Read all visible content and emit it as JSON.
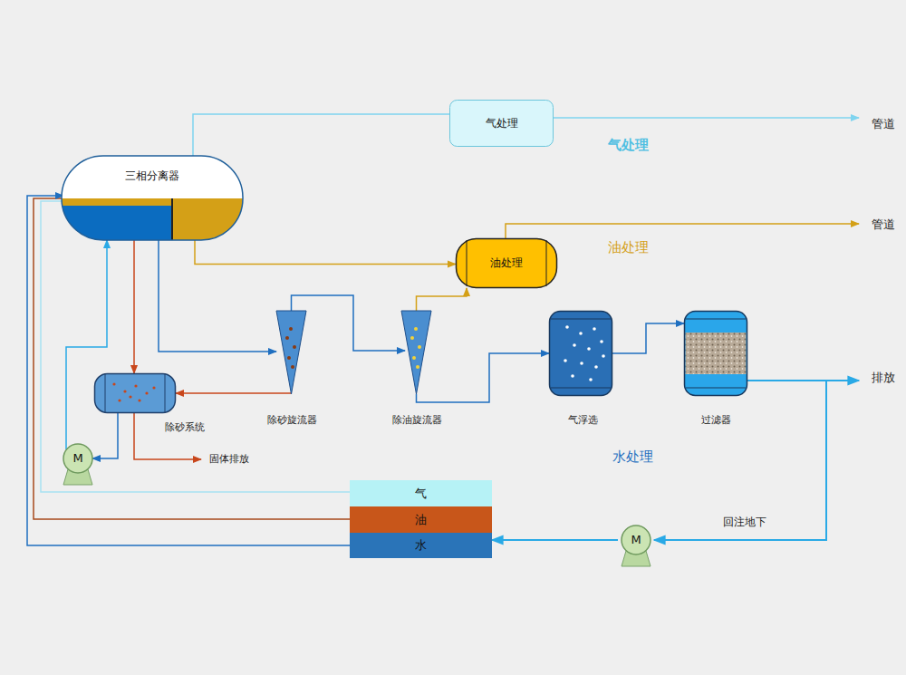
{
  "diagram": {
    "nodes": [
      {
        "text": [
          "三相分离器"
        ]
      },
      {
        "text": [
          "气处理"
        ]
      },
      {
        "text": [
          "油处理"
        ]
      },
      {
        "text": [
          "除砂系统"
        ]
      },
      {
        "text": [
          "除砂旋流器"
        ]
      },
      {
        "text": [
          "除油旋流器"
        ]
      },
      {
        "text": [
          "气浮选"
        ]
      },
      {
        "text": [
          "过滤器"
        ]
      },
      {
        "text": [
          "M"
        ]
      },
      {
        "text": [
          "气"
        ]
      },
      {
        "text": [
          "油"
        ]
      },
      {
        "text": [
          "水"
        ]
      },
      {
        "text": [
          "M"
        ]
      }
    ],
    "edges": [
      {
        "from": 0,
        "to": 1,
        "arrow": "none"
      },
      {
        "from": 0,
        "to": 2,
        "arrow": "to"
      },
      {
        "from": 0,
        "to": 3,
        "arrow": "to"
      },
      {
        "from": 0,
        "to": 4,
        "arrow": "to"
      },
      {
        "from": 4,
        "to": 3,
        "arrow": "to"
      },
      {
        "from": 4,
        "to": 5,
        "arrow": "to"
      },
      {
        "from": 5,
        "to": 2,
        "arrow": "to"
      },
      {
        "from": 5,
        "to": 6,
        "arrow": "to"
      },
      {
        "from": 6,
        "to": 7,
        "arrow": "to"
      },
      {
        "from": 3,
        "to": 8,
        "arrow": "to"
      },
      {
        "from": 8,
        "to": 0,
        "arrow": "to"
      },
      {
        "from": 9,
        "to": 0,
        "arrow": "none"
      },
      {
        "from": 10,
        "to": 0,
        "arrow": "none"
      },
      {
        "from": 11,
        "to": 0,
        "arrow": "to"
      },
      {
        "from": 7,
        "to": 12,
        "arrow": "to"
      },
      {
        "from": 12,
        "to": 11,
        "arrow": "to"
      }
    ],
    "labels": [
      "管道",
      "气处理",
      "管道",
      "油处理",
      "排放",
      "固体排放",
      "水处理",
      "回注地下"
    ]
  }
}
